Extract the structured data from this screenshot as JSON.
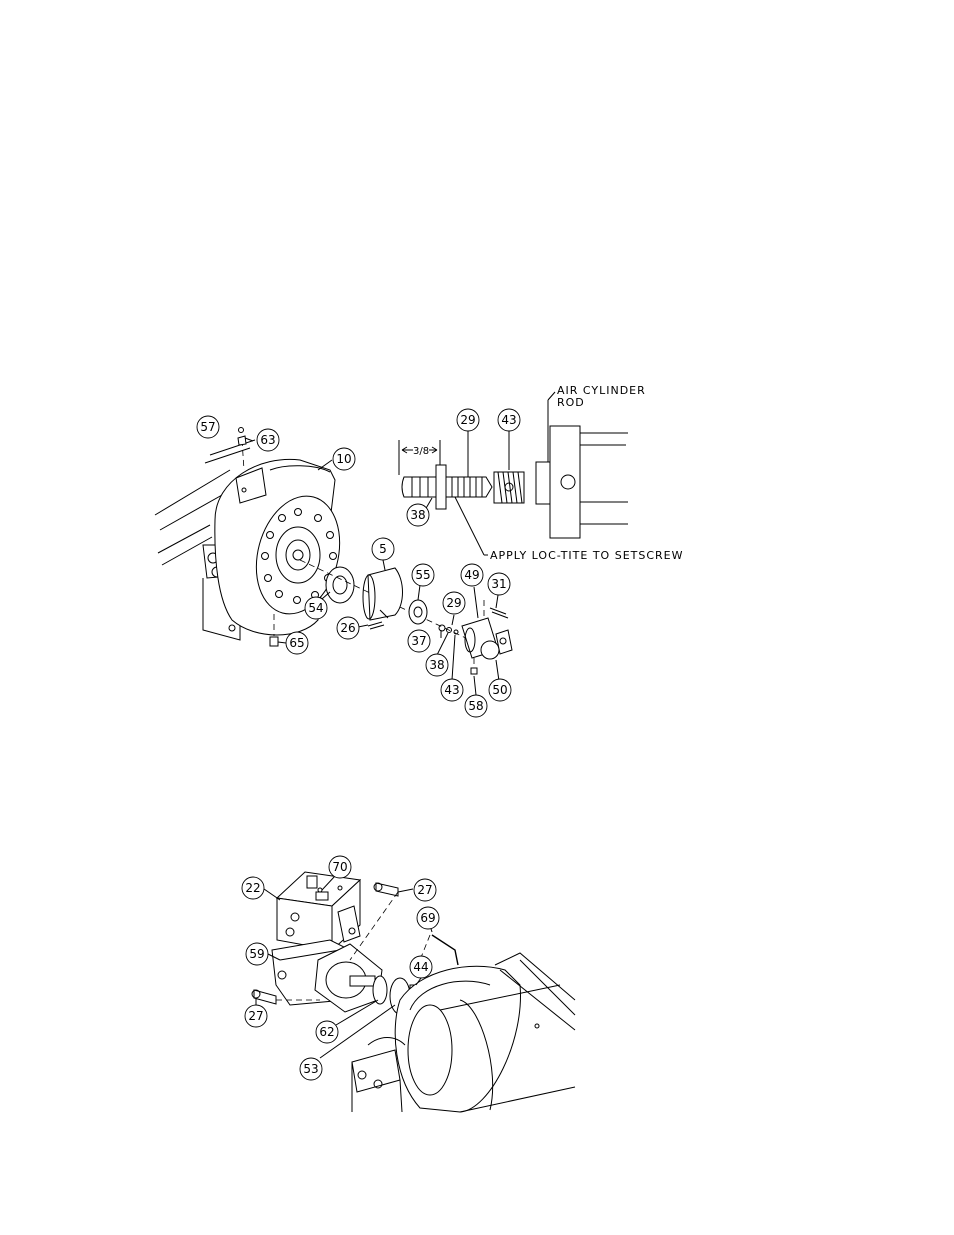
{
  "figure_top": {
    "callouts": [
      "57",
      "63",
      "10",
      "5",
      "55",
      "29",
      "49",
      "31",
      "54",
      "26",
      "37",
      "38",
      "43",
      "50",
      "58",
      "65"
    ],
    "detail_callouts": [
      "29",
      "43",
      "38"
    ],
    "dimension_label": "3/8",
    "note_air_cylinder": "AIR CYLINDER",
    "note_rod": "ROD",
    "note_loctite": "APPLY LOC-TITE TO SETSCREW"
  },
  "figure_bottom": {
    "callouts": [
      "22",
      "70",
      "27",
      "69",
      "59",
      "44",
      "27",
      "62",
      "53"
    ]
  }
}
